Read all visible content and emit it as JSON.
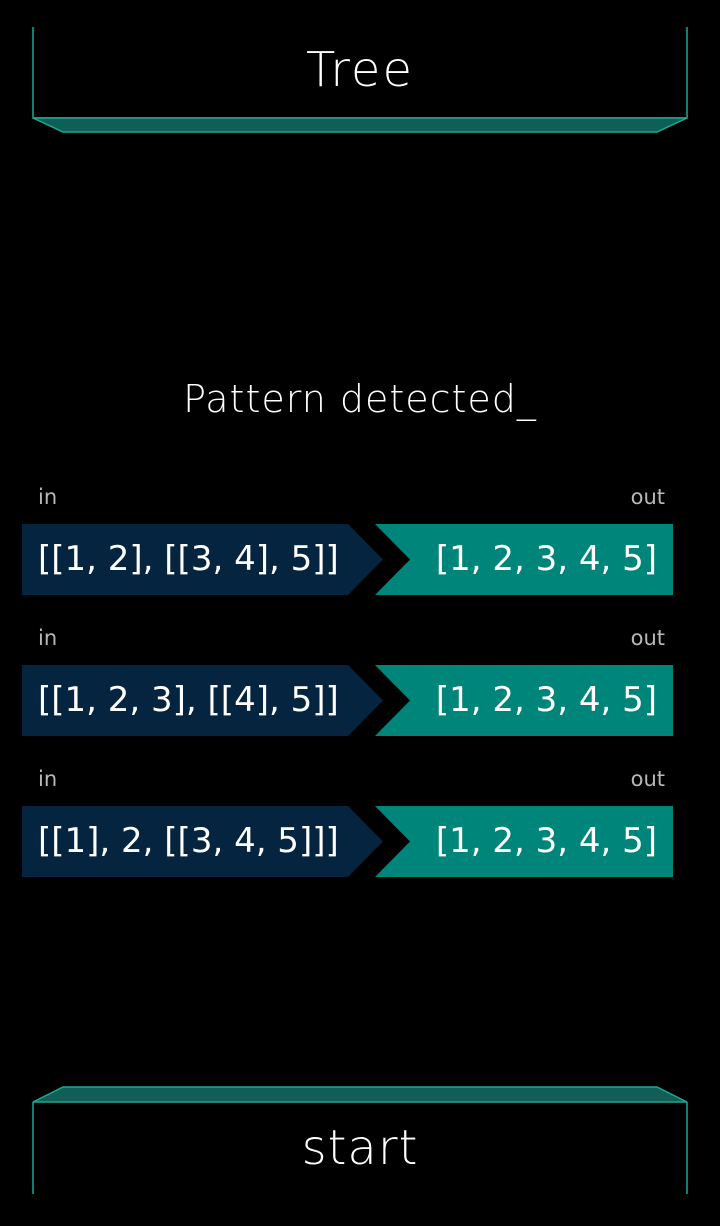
{
  "header": {
    "title": "Tree"
  },
  "status": {
    "text": "Pattern detected_"
  },
  "examples": [
    {
      "in_label": "in",
      "out_label": "out",
      "input": "[[1, 2], [[3, 4], 5]]",
      "output": "[1, 2, 3, 4, 5]"
    },
    {
      "in_label": "in",
      "out_label": "out",
      "input": "[[1, 2, 3], [[4], 5]]",
      "output": "[1, 2, 3, 4, 5]"
    },
    {
      "in_label": "in",
      "out_label": "out",
      "input": "[[1], 2, [[3, 4, 5]]]",
      "output": "[1, 2, 3, 4, 5]"
    }
  ],
  "footer": {
    "start_label": "start"
  },
  "colors": {
    "accent": "#1ba996",
    "accent_dark": "#0f5f56",
    "input_box": "#04243f",
    "output_box": "#00857a",
    "background": "#000000"
  }
}
